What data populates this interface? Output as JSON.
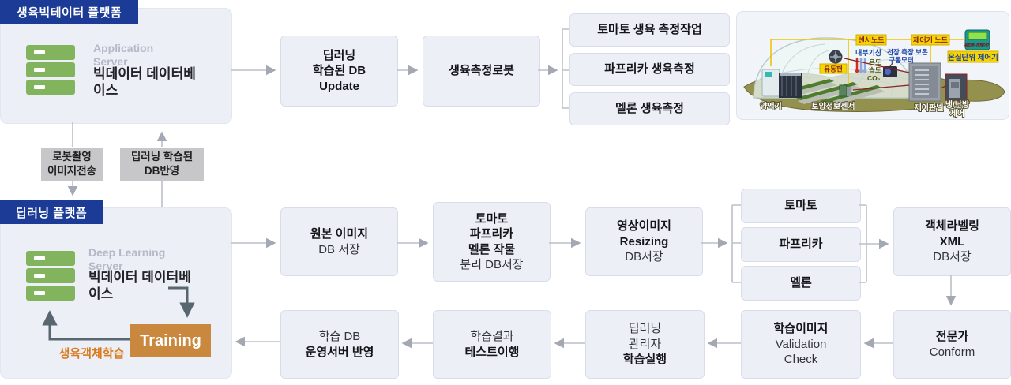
{
  "bigdata_platform": {
    "badge": "생육빅테이터 플랫폼",
    "server_type": "Application Server",
    "server_db": "빅데이터 데이터베이스"
  },
  "deep_platform": {
    "badge": "딥러닝 플랫폼",
    "server_type": "Deep Learning Server",
    "server_db": "빅데이터 데이터베이스",
    "training": "Training",
    "training_note": "생육객체학습"
  },
  "transfer": {
    "robot_upload": [
      "로봇촬영",
      "이미지전송"
    ],
    "db_reflect": [
      "딥러닝 학습된",
      "DB반영"
    ]
  },
  "flow": {
    "db_update": [
      "딥러닝",
      "학습된 DB",
      "Update"
    ],
    "robot": "생육측정로봇",
    "measure_tomato": "토마토 생육 측정작업",
    "measure_paprika": "파프리카 생육측정",
    "measure_melon": "멜론 생육측정",
    "original": [
      "원본 이미지",
      "DB 저장"
    ],
    "crops_split": [
      "토마토",
      "파프리카",
      "멜론 작물",
      "분리 DB저장"
    ],
    "resizing": [
      "영상이미지",
      "Resizing",
      "DB저장"
    ],
    "crop_tomato": "토마토",
    "crop_paprika": "파프리카",
    "crop_melon": "멜론",
    "labeling": [
      "객체라벨링",
      "XML",
      "DB저장"
    ],
    "expert": [
      "전문가",
      "Conform"
    ],
    "validation": [
      "학습이미지",
      "Validation",
      "Check"
    ],
    "train_exec": [
      "딥러닝",
      "관리자",
      "학습실행"
    ],
    "test": [
      "학습결과",
      "테스트이행"
    ],
    "deploy": [
      "학습 DB",
      "운영서버 반영"
    ]
  },
  "greenhouse": {
    "sensor_node": "센서노드",
    "controller_node": "제어기 노드",
    "unit_controller": "온실단위 제어기",
    "device_label": "복합환경제어기",
    "indoor_weather": "내부기상",
    "motor_line1": "천장.측장.보온",
    "motor_line2": "구동모터",
    "fan": "유동팬",
    "temp": "온도",
    "humidity": "습도",
    "co2": "CO₂",
    "nutrient": "양액기",
    "soil_sensor": "토양정보센서",
    "control_panel": "제어판넬",
    "hvac_line1": "냉/난방",
    "hvac_line2": "제어"
  },
  "colors": {
    "navy": "#1b3b96",
    "server_green": "#82b45e",
    "training_orange": "#c9883d",
    "orange_text": "#d9791b",
    "box_fill": "#edeff7",
    "arrow_gray": "#bcc0c9",
    "arrow_dark": "#57666f"
  }
}
